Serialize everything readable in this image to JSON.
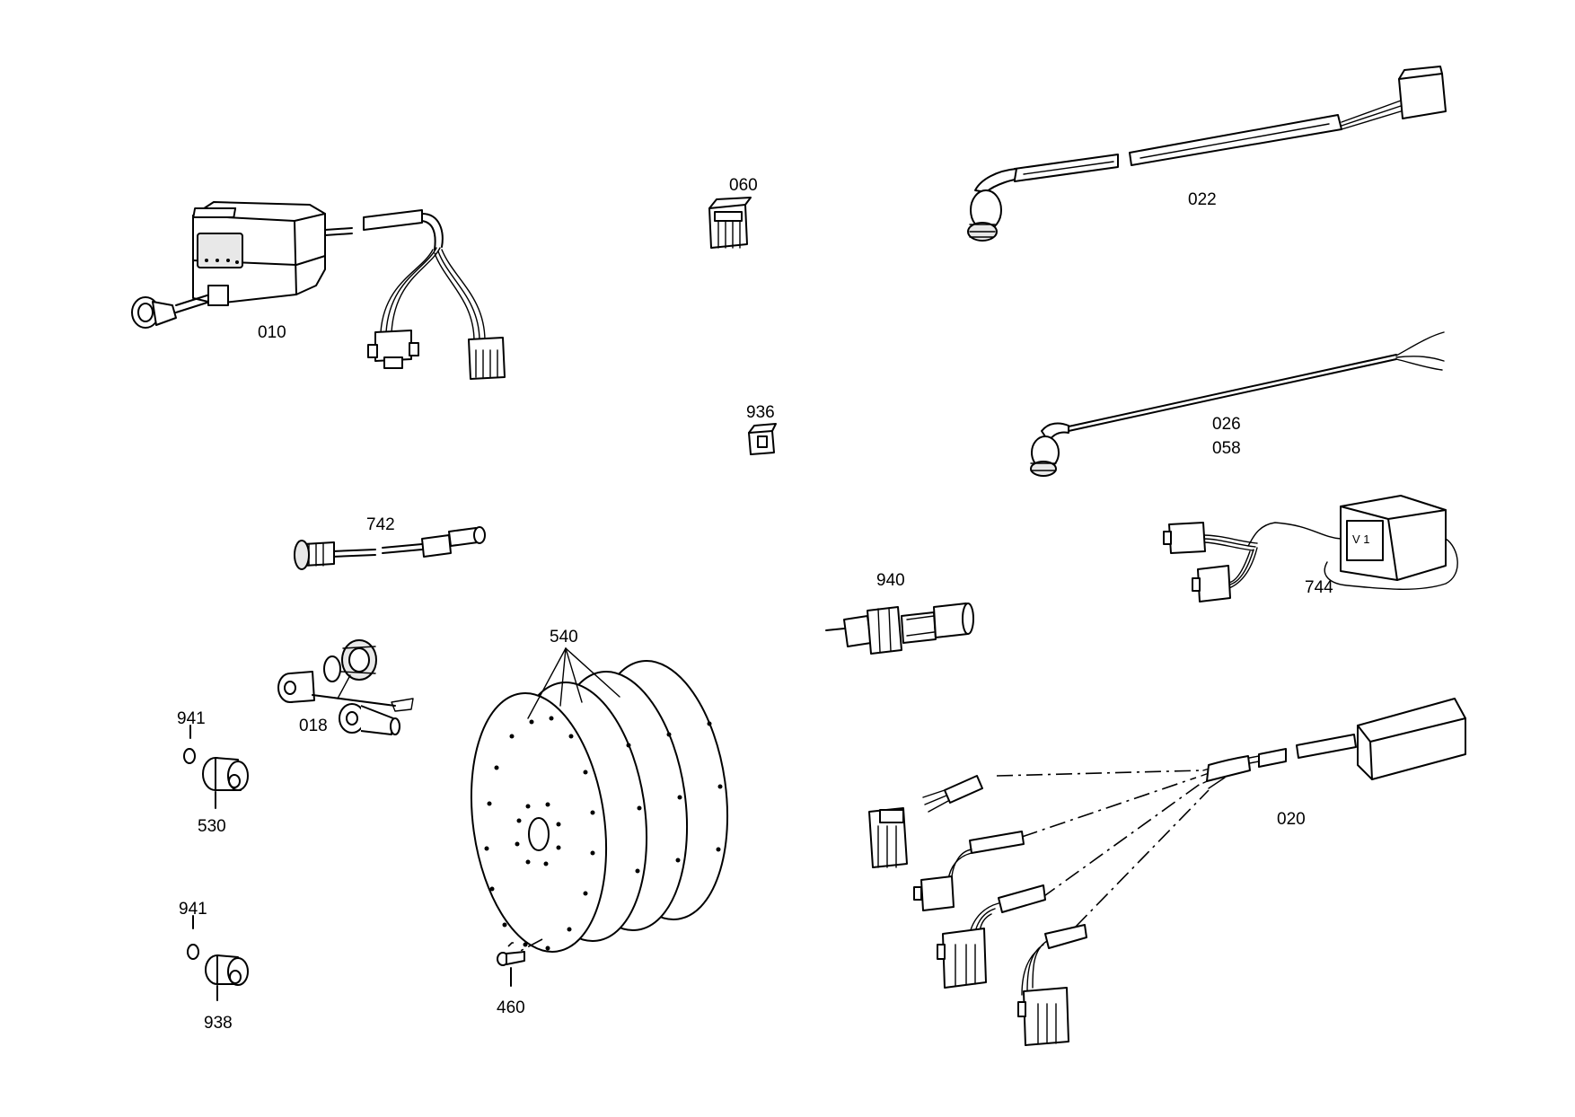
{
  "diagram": {
    "labels": {
      "p010": "010",
      "p060": "060",
      "p022": "022",
      "p936": "936",
      "p026": "026",
      "p058": "058",
      "p742": "742",
      "p744": "744",
      "p940": "940",
      "p540": "540",
      "p018": "018",
      "p941a": "941",
      "p530": "530",
      "p941b": "941",
      "p938": "938",
      "p460": "460",
      "p020": "020"
    },
    "plate_marking": "V 1"
  }
}
